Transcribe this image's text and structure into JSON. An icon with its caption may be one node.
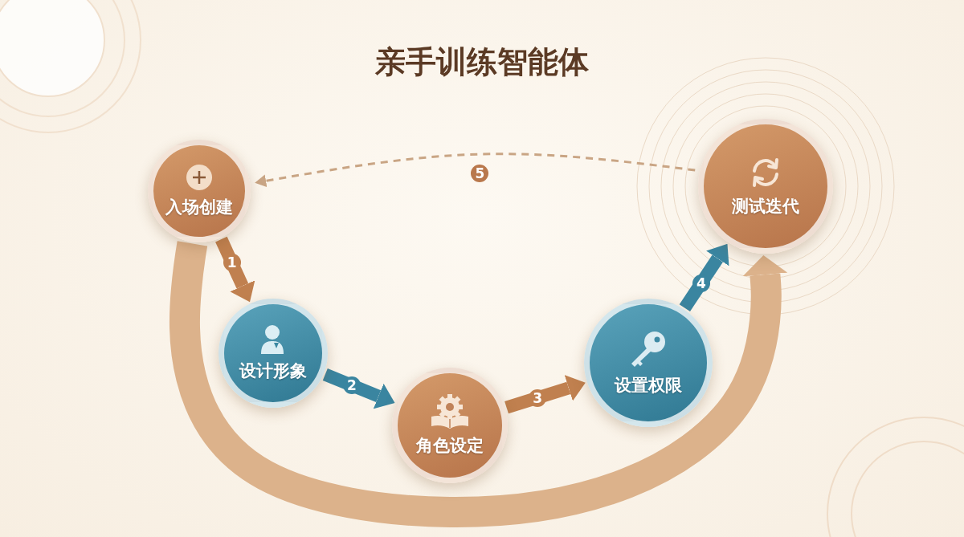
{
  "diagram": {
    "title": "亲手训练智能体",
    "nodes": [
      {
        "text": [
          "入场创建"
        ]
      },
      {
        "text": [
          "设计形象"
        ]
      },
      {
        "text": [
          "角色设定"
        ]
      },
      {
        "text": [
          "设置权限"
        ]
      },
      {
        "text": [
          "测试迭代"
        ]
      }
    ],
    "edges": [
      {
        "from": 0,
        "to": 1,
        "arrow": "to",
        "label": "1"
      },
      {
        "from": 1,
        "to": 2,
        "arrow": "to",
        "label": "2",
        "color": "#3a85a0"
      },
      {
        "from": 2,
        "to": 3,
        "arrow": "to",
        "label": "3"
      },
      {
        "from": 3,
        "to": 4,
        "arrow": "to",
        "label": "4",
        "color": "#3a85a0"
      },
      {
        "from": 4,
        "to": 0,
        "arrow": "to",
        "label": "5",
        "style": "dashed",
        "color": "#c9a584"
      },
      {
        "from": 0,
        "to": 4,
        "arrow": "to",
        "style": "thick",
        "color": "#dcb28b"
      }
    ]
  }
}
